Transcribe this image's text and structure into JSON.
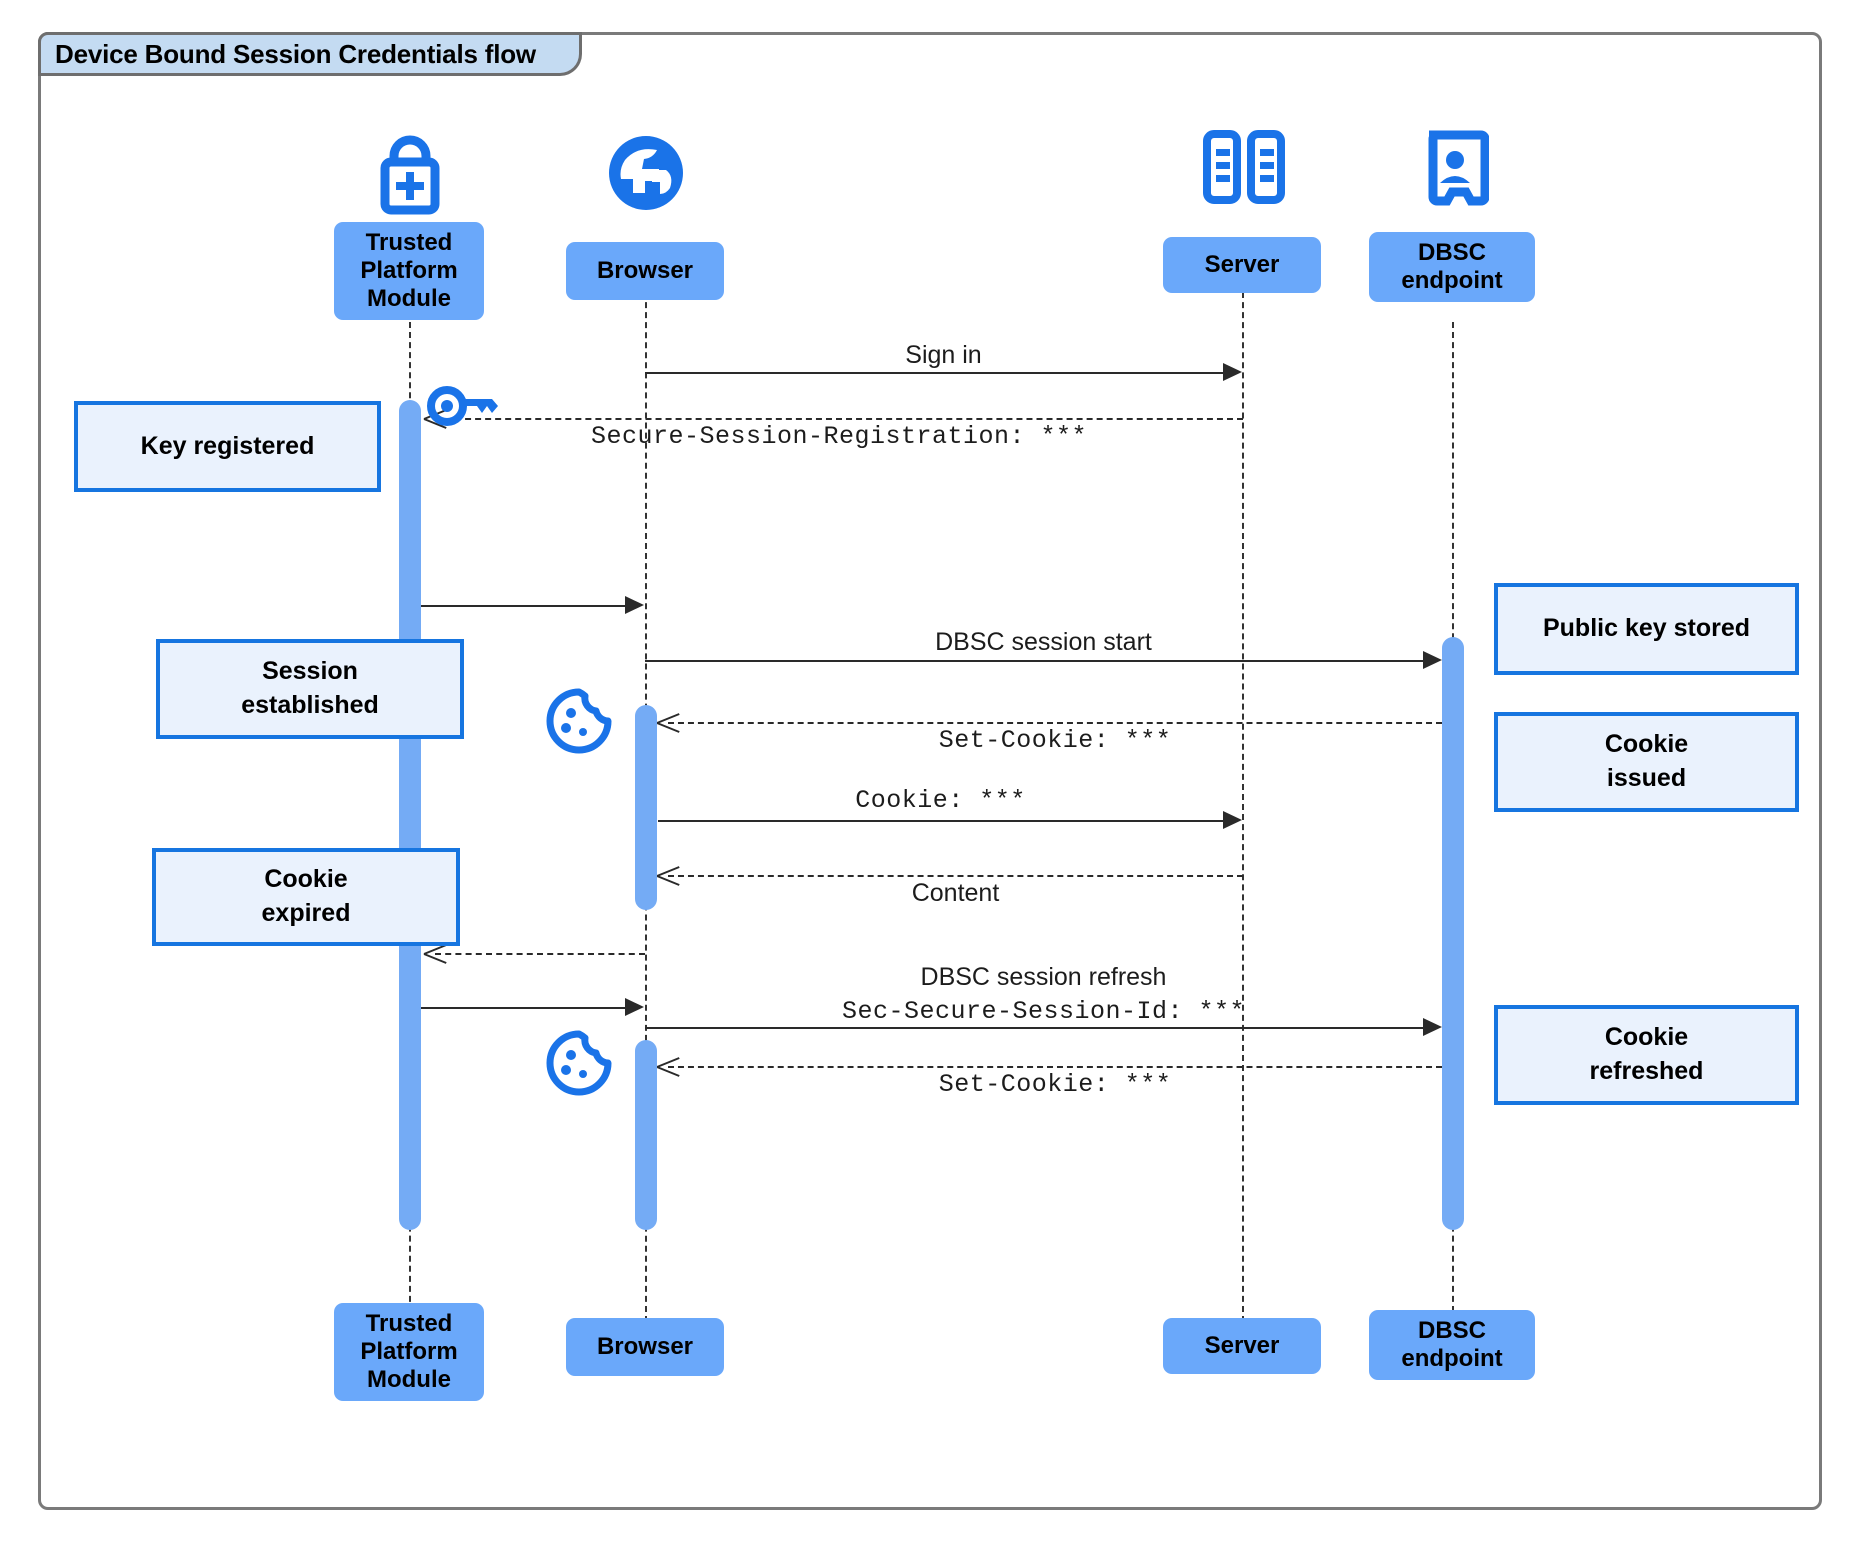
{
  "diagram": {
    "title": "Device Bound Session Credentials flow",
    "type": "uml-sequence-diagram",
    "colors": {
      "participant_fill": "#6aa8fa",
      "activation_fill": "#74abf5",
      "note_fill": "#eaf2fd",
      "note_border": "#1675e0",
      "icon_blue": "#1a73e8",
      "title_fill": "#c4dbf2",
      "frame_border": "#7a7a7a"
    }
  },
  "participants": [
    {
      "id": "tpm",
      "label": "Trusted\nPlatform\nModule",
      "label_top": "Trusted Platform Module",
      "icon": "lock-plus-icon"
    },
    {
      "id": "browser",
      "label": "Browser",
      "label_top": "Browser",
      "icon": "globe-icon"
    },
    {
      "id": "server",
      "label": "Server",
      "label_top": "Server",
      "icon": "server-rack-icon"
    },
    {
      "id": "dbsc",
      "label": "DBSC\nendpoint",
      "label_top": "DBSC endpoint",
      "icon": "id-badge-icon"
    }
  ],
  "messages": [
    {
      "id": "m1",
      "label": "Sign in",
      "style": "sans",
      "from": "browser",
      "to": "server",
      "arrow": "solid-right"
    },
    {
      "id": "m2",
      "label": "Secure-Session-Registration: ***",
      "style": "mono",
      "from": "server",
      "to": "tpm",
      "arrow": "dashed-left"
    },
    {
      "id": "m3",
      "label": "",
      "style": "sans",
      "from": "tpm",
      "to": "browser",
      "arrow": "solid-right"
    },
    {
      "id": "m4",
      "label": "DBSC session start",
      "style": "sans",
      "from": "browser",
      "to": "dbsc",
      "arrow": "solid-right"
    },
    {
      "id": "m5",
      "label": "Set-Cookie: ***",
      "style": "mono",
      "from": "dbsc",
      "to": "browser",
      "arrow": "dashed-left"
    },
    {
      "id": "m6",
      "label": "Cookie: ***",
      "style": "mono",
      "from": "browser",
      "to": "server",
      "arrow": "solid-right"
    },
    {
      "id": "m7",
      "label": "Content",
      "style": "sans",
      "from": "server",
      "to": "browser",
      "arrow": "dashed-left"
    },
    {
      "id": "m8",
      "label": "",
      "style": "sans",
      "from": "browser",
      "to": "tpm",
      "arrow": "dashed-left"
    },
    {
      "id": "m9",
      "label_line1": "DBSC session refresh",
      "label_line2": "Sec-Secure-Session-Id: ***",
      "style": "mixed",
      "from": "tpm",
      "to": "dbsc",
      "arrow": "solid-right"
    },
    {
      "id": "m10",
      "label": "Set-Cookie: ***",
      "style": "mono",
      "from": "dbsc",
      "to": "browser",
      "arrow": "dashed-left"
    }
  ],
  "notes": [
    {
      "id": "n1",
      "text": "Key registered",
      "side": "left"
    },
    {
      "id": "n2",
      "text": "Session\nestablished",
      "side": "left"
    },
    {
      "id": "n3",
      "text": "Cookie\nexpired",
      "side": "left"
    },
    {
      "id": "n4",
      "text": "Public key stored",
      "side": "right"
    },
    {
      "id": "n5",
      "text": "Cookie\nissued",
      "side": "right"
    },
    {
      "id": "n6",
      "text": "Cookie\nrefreshed",
      "side": "right"
    }
  ],
  "inline_icons": [
    {
      "id": "i1",
      "name": "key-icon",
      "near": "tpm"
    },
    {
      "id": "i2",
      "name": "cookie-icon",
      "near": "browser"
    },
    {
      "id": "i3",
      "name": "cookie-icon",
      "near": "browser"
    }
  ]
}
